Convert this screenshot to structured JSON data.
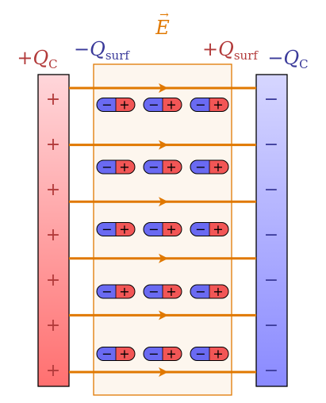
{
  "labels": {
    "field": {
      "symbol": "E",
      "arrow": "→"
    },
    "left_plate": {
      "sign": "+",
      "symbol": "Q",
      "subscript": "C"
    },
    "left_surface": {
      "sign": "−",
      "symbol": "Q",
      "subscript": "surf"
    },
    "right_surface": {
      "sign": "+",
      "symbol": "Q",
      "subscript": "surf"
    },
    "right_plate": {
      "sign": "−",
      "symbol": "Q",
      "subscript": "C"
    }
  },
  "plates": {
    "left_charge_symbol": "+",
    "right_charge_symbol": "−",
    "charges_per_plate": 7
  },
  "dielectric": {
    "dipole_negative_symbol": "−",
    "dipole_positive_symbol": "+",
    "dipole_rows": 5,
    "dipoles_per_row": 3
  },
  "field_lines": {
    "count": 6
  },
  "colors": {
    "positive": "#b23a3a",
    "negative": "#3a3a9a",
    "field": "#e07800",
    "dielectric_fill": "#fdf6ee",
    "dipole_negative": "#6a6af2",
    "dipole_positive": "#f25656"
  }
}
